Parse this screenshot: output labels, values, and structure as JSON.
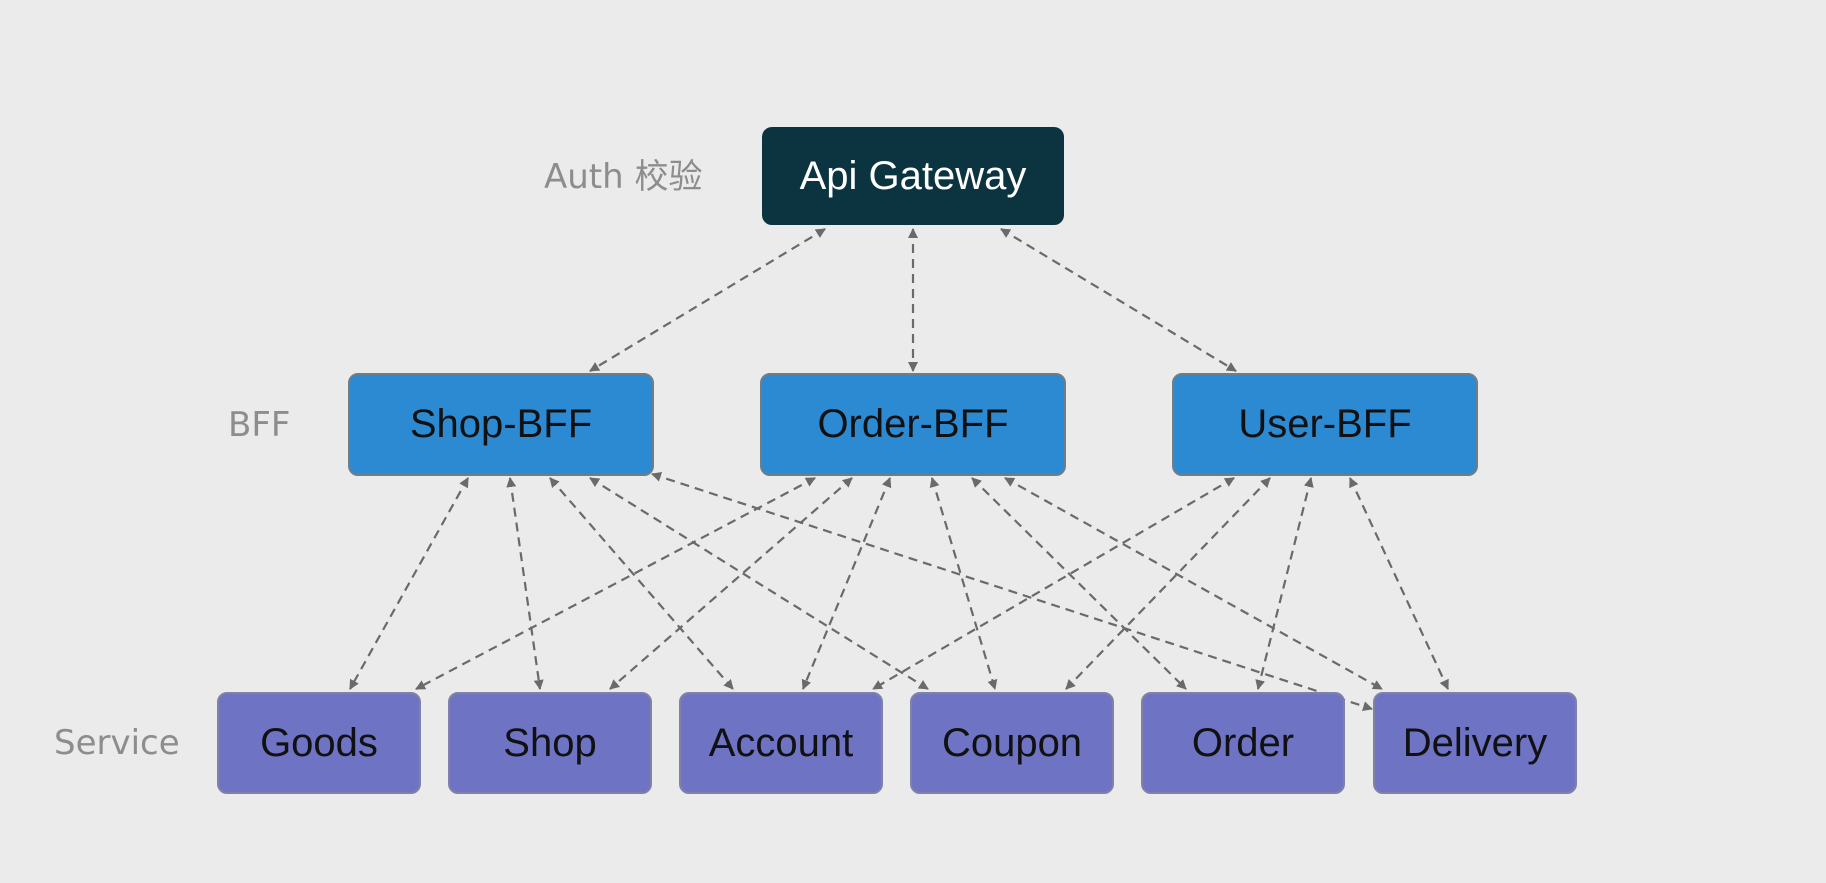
{
  "layers": {
    "gateway_label": "Auth 校验",
    "bff_label": "BFF",
    "service_label": "Service"
  },
  "gateway": {
    "label": "Api Gateway"
  },
  "bffs": [
    {
      "label": "Shop-BFF"
    },
    {
      "label": "Order-BFF"
    },
    {
      "label": "User-BFF"
    }
  ],
  "services": [
    {
      "label": "Goods"
    },
    {
      "label": "Shop"
    },
    {
      "label": "Account"
    },
    {
      "label": "Coupon"
    },
    {
      "label": "Order"
    },
    {
      "label": "Delivery"
    }
  ],
  "colors": {
    "background": "#ebebeb",
    "gateway": "#0b3440",
    "bff": "#2c8ad3",
    "service": "#6e73c4",
    "edge": "#6a6a6a"
  }
}
